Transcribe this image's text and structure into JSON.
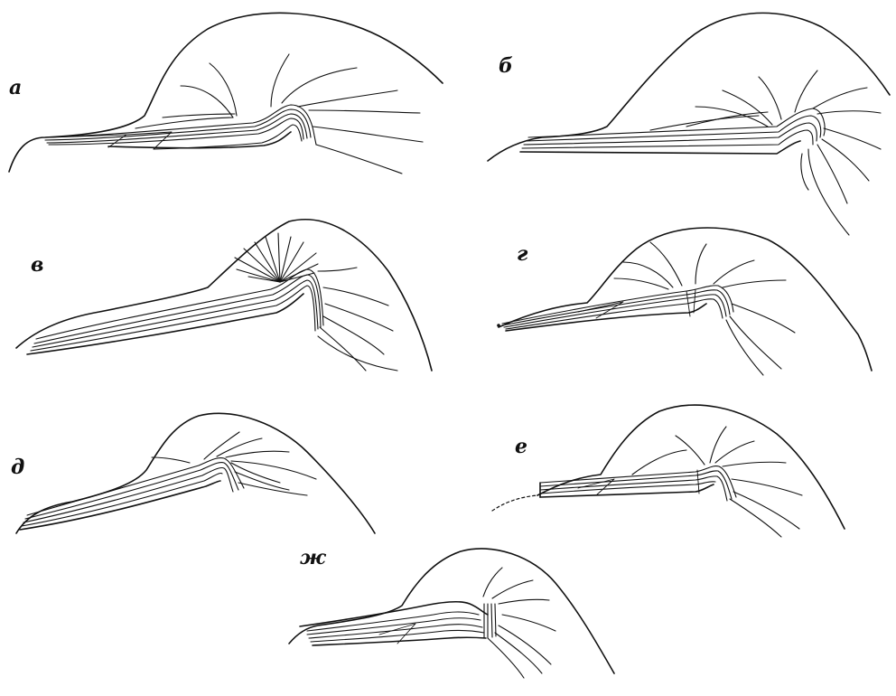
{
  "figure": {
    "panels": [
      {
        "id": "a",
        "label": "а"
      },
      {
        "id": "b",
        "label": "б"
      },
      {
        "id": "v",
        "label": "в"
      },
      {
        "id": "g",
        "label": "г"
      },
      {
        "id": "d",
        "label": "д"
      },
      {
        "id": "e",
        "label": "е"
      },
      {
        "id": "zh",
        "label": "ж"
      }
    ],
    "stroke_color": "#111111",
    "background_color": "#ffffff"
  }
}
